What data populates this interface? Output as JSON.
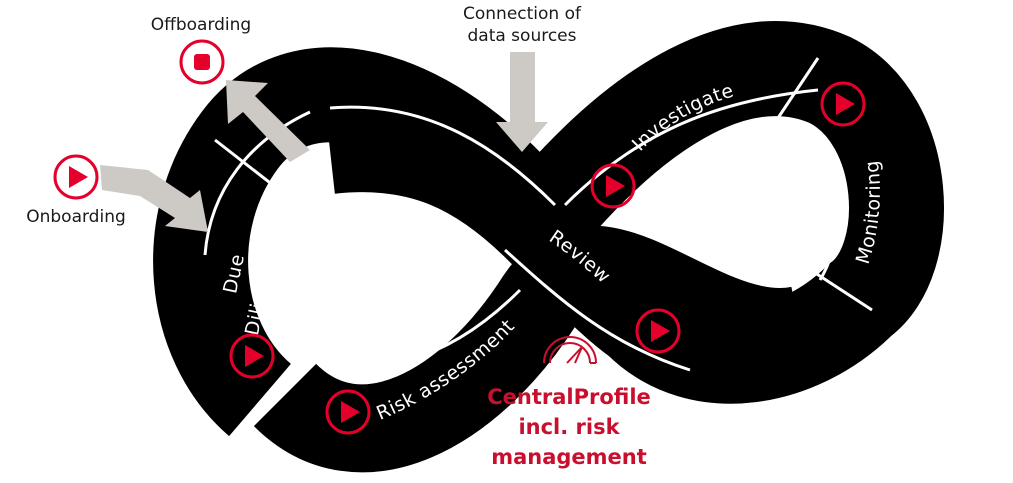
{
  "diagram": {
    "title": "Customer lifecycle infinity loop",
    "colors": {
      "ribbon": "#000000",
      "divider": "#ffffff",
      "accent": "#e4002b",
      "accent_text": "#c8102e",
      "arrow": "#cdc9c4"
    },
    "external": {
      "offboarding": {
        "label": "Offboarding",
        "icon": "stop-icon"
      },
      "onboarding": {
        "label": "Onboarding",
        "icon": "play-icon"
      },
      "connection": {
        "line1": "Connection of",
        "line2": "data sources"
      }
    },
    "stages": [
      {
        "id": "due-diligence",
        "line1": "Due",
        "line2": "Diligence",
        "icon": "play-icon"
      },
      {
        "id": "risk-assessment",
        "label": "Risk assessment",
        "icon": "play-icon"
      },
      {
        "id": "review",
        "label": "Review",
        "icon": "play-icon"
      },
      {
        "id": "investigate",
        "label": "Investigate",
        "icon": "play-icon"
      },
      {
        "id": "monitoring",
        "label": "Monitoring",
        "icon": "play-icon"
      }
    ],
    "center": {
      "icon": "gauge-icon",
      "line1": "CentralProfile",
      "line2": "incl. risk",
      "line3": "management"
    }
  }
}
